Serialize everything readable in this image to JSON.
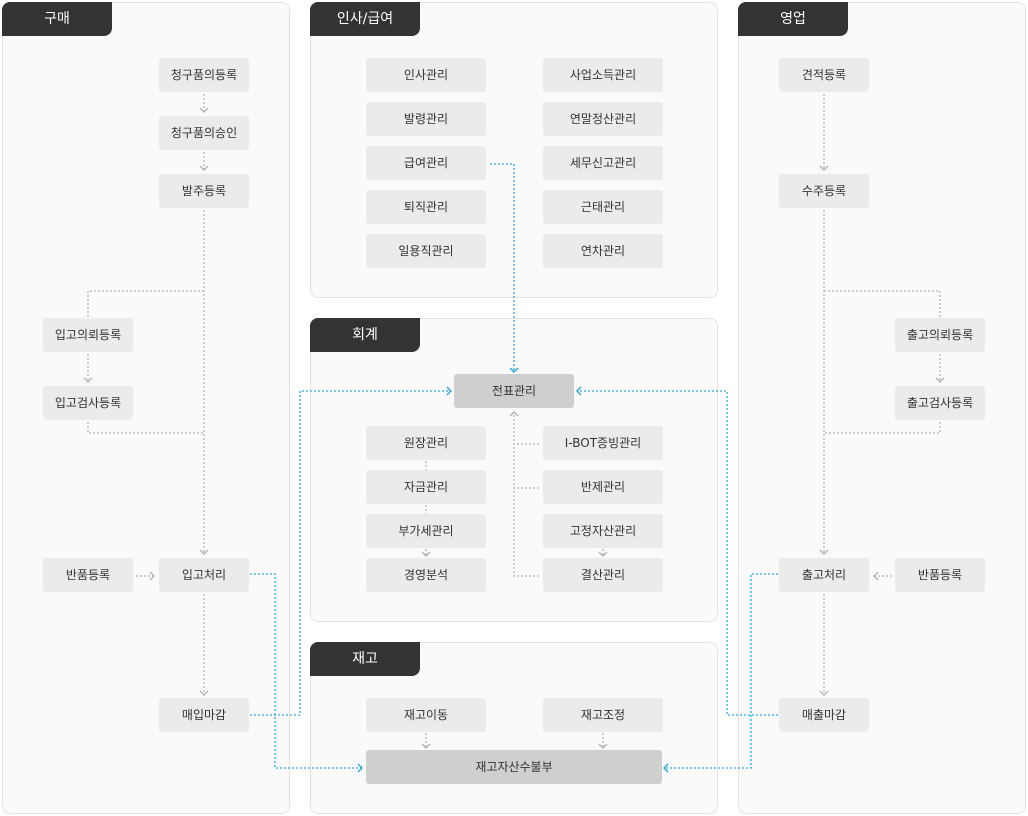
{
  "colors": {
    "tab_bg": "#333333",
    "box_bg": "#ebebeb",
    "hub_bg": "#cfcfcf",
    "link_blue": "#2aa7e0",
    "link_gray": "#b5b5b5"
  },
  "sections": {
    "purchase": {
      "title": "구매",
      "items": {
        "request_register": "청구품의등록",
        "request_approve": "청구품의승인",
        "order_register": "발주등록",
        "receive_request": "입고의뢰등록",
        "receive_inspect": "입고검사등록",
        "return_register": "반품등록",
        "receive_process": "입고처리",
        "purchase_close": "매입마감"
      }
    },
    "hr": {
      "title": "인사/급여",
      "items": {
        "personnel": "인사관리",
        "orders": "발령관리",
        "payroll": "급여관리",
        "retirement": "퇴직관리",
        "daily_worker": "일용직관리",
        "business_income": "사업소득관리",
        "year_end": "연말정산관리",
        "tax_report": "세무신고관리",
        "attendance": "근태관리",
        "annual_leave": "연차관리"
      }
    },
    "sales": {
      "title": "영업",
      "items": {
        "quote_register": "견적등록",
        "order_receive": "수주등록",
        "ship_request": "출고의뢰등록",
        "ship_inspect": "출고검사등록",
        "ship_process": "출고처리",
        "return_register": "반품등록",
        "sales_close": "매출마감"
      }
    },
    "accounting": {
      "title": "회계",
      "items": {
        "voucher": "전표관리",
        "ledger": "원장관리",
        "fund": "자금관리",
        "vat": "부가세관리",
        "analysis": "경영분석",
        "ibot": "I-BOT증빙관리",
        "settlement": "반제관리",
        "fixed_asset": "고정자산관리",
        "closing": "결산관리"
      }
    },
    "inventory": {
      "title": "재고",
      "items": {
        "move": "재고이동",
        "adjust": "재고조정",
        "ledger": "재고자산수불부"
      }
    }
  }
}
